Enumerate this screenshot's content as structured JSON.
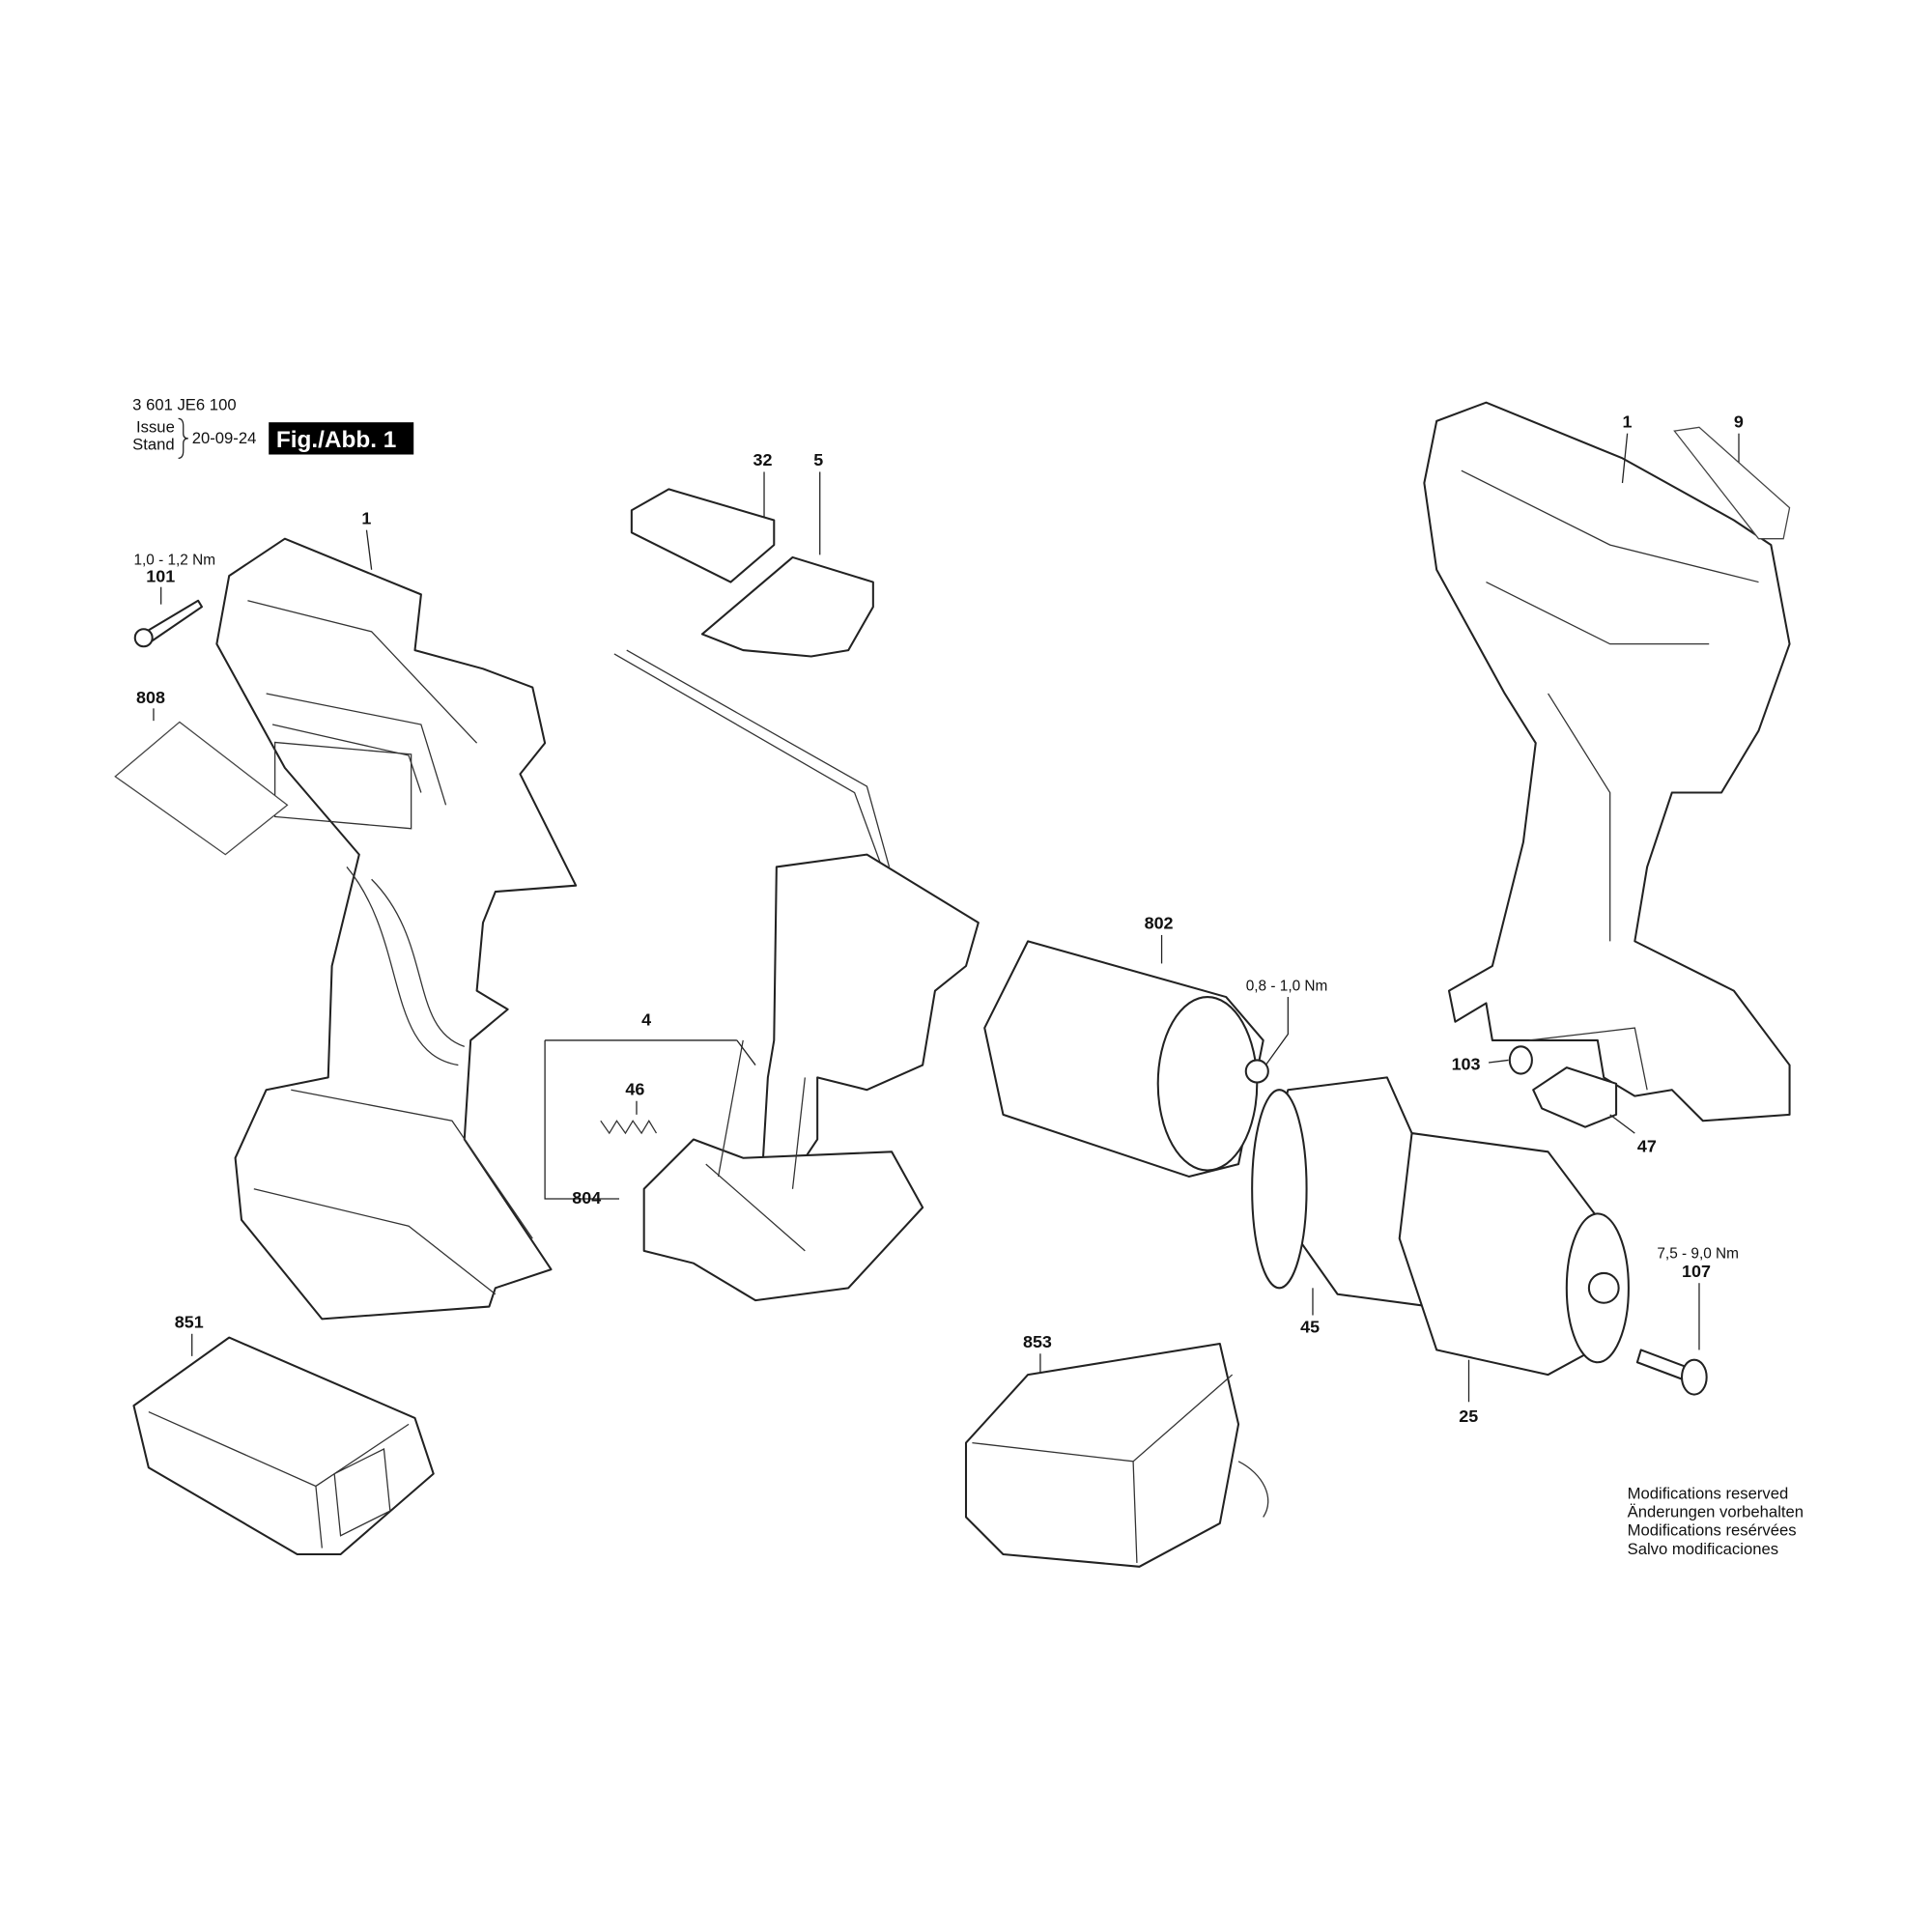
{
  "header": {
    "part_number": "3 601 JE6 100",
    "issue_label": "Issue",
    "stand_label": "Stand",
    "date": "20-09-24",
    "figure_label": "Fig./Abb. 1"
  },
  "callouts": {
    "housing_left": "1",
    "housing_right": "1",
    "label_9": "9",
    "screw_101": "101",
    "screw_101_torque": "1,0 - 1,2 Nm",
    "sticker_808": "808",
    "slider_32": "32",
    "slider_5": "5",
    "switch_4": "4",
    "spring_46": "46",
    "board_804": "804",
    "motor_802": "802",
    "motor_torque": "0,8 - 1,0 Nm",
    "screw_103": "103",
    "part_47": "47",
    "gearbox_45": "45",
    "chuck_25": "25",
    "screw_107": "107",
    "screw_107_torque": "7,5 - 9,0 Nm",
    "battery_851": "851",
    "charger_853": "853"
  },
  "notes": [
    "Modifications reserved",
    "Änderungen vorbehalten",
    "Modifications resérvées",
    "Salvo modificaciones"
  ]
}
